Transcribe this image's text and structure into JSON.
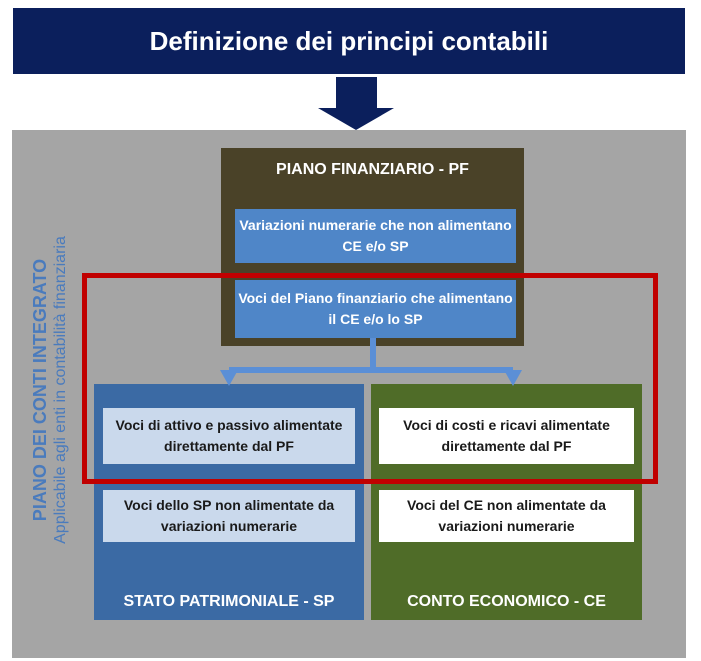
{
  "title": "Definizione dei principi contabili",
  "vertical_label": {
    "line1": "PIANO DEI CONTI INTEGRATO",
    "line2": "Applicabile agli enti in contabilità finanziaria"
  },
  "piano_finanziario": {
    "title": "PIANO FINANZIARIO - PF",
    "box1": "Variazioni numerarie che non alimentano CE e/o SP",
    "box2": "Voci del Piano finanziario che alimentano il CE e/o lo SP"
  },
  "stato_patrimoniale": {
    "title": "STATO PATRIMONIALE - SP",
    "box1": "Voci di attivo e passivo alimentate direttamente dal PF",
    "box2": "Voci dello SP non alimentate da variazioni numerarie"
  },
  "conto_economico": {
    "title": "CONTO ECONOMICO - CE",
    "box1": "Voci di costi e ricavi alimentate direttamente dal PF",
    "box2": "Voci del CE non alimentate da variazioni numerarie"
  },
  "colors": {
    "banner": "#0b1f5c",
    "panel": "#a5a5a5",
    "pf": "#4a4228",
    "sp": "#3b6aa4",
    "ce": "#4f6c28",
    "blue_box": "#4f86c8",
    "highlight": "#c00000",
    "connector": "#5b8fd6"
  }
}
